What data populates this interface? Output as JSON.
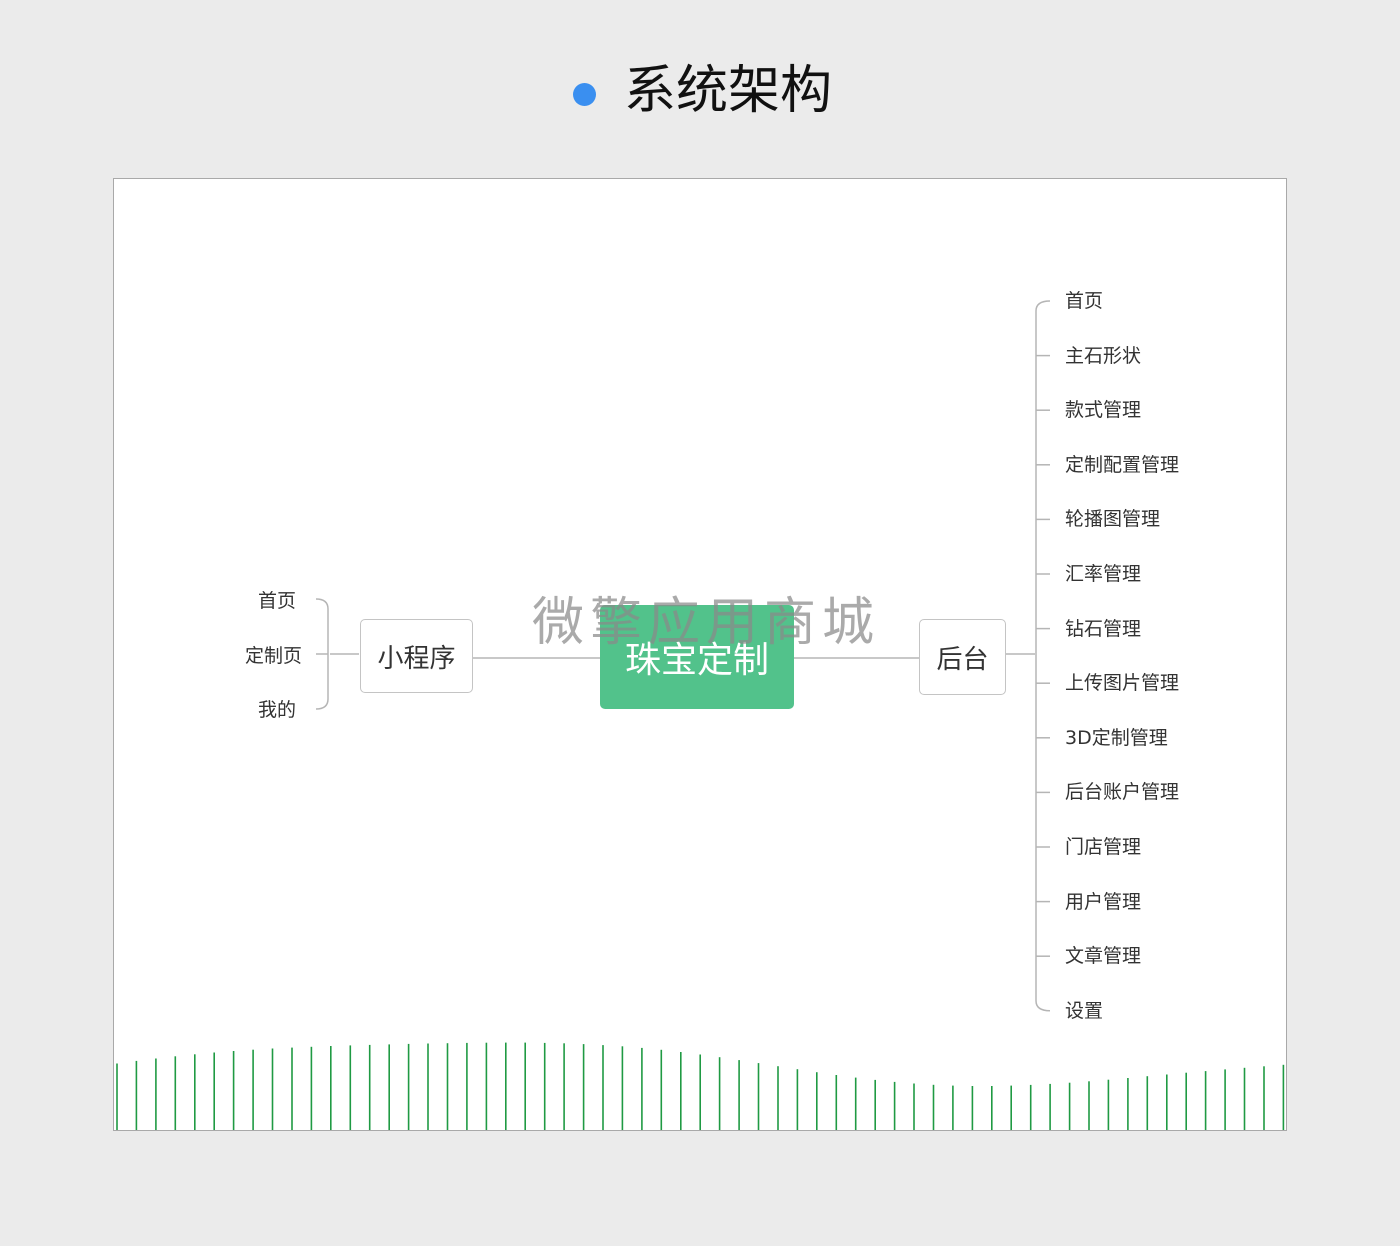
{
  "header": {
    "title": "系统架构",
    "accent_color": "#3a8ff0"
  },
  "diagram": {
    "root": {
      "label": "珠宝定制",
      "color": "#52c28b"
    },
    "left_branch": {
      "label": "小程序",
      "children": [
        "首页",
        "定制页",
        "我的"
      ]
    },
    "right_branch": {
      "label": "后台",
      "children": [
        "首页",
        "主石形状",
        "款式管理",
        "定制配置管理",
        "轮播图管理",
        "汇率管理",
        "钻石管理",
        "上传图片管理",
        "3D定制管理",
        "后台账户管理",
        "门店管理",
        "用户管理",
        "文章管理",
        "设置"
      ]
    },
    "watermark": "微擎应用商城",
    "line_color": "#b5b5b5",
    "bar_color": "#1f9a43"
  }
}
